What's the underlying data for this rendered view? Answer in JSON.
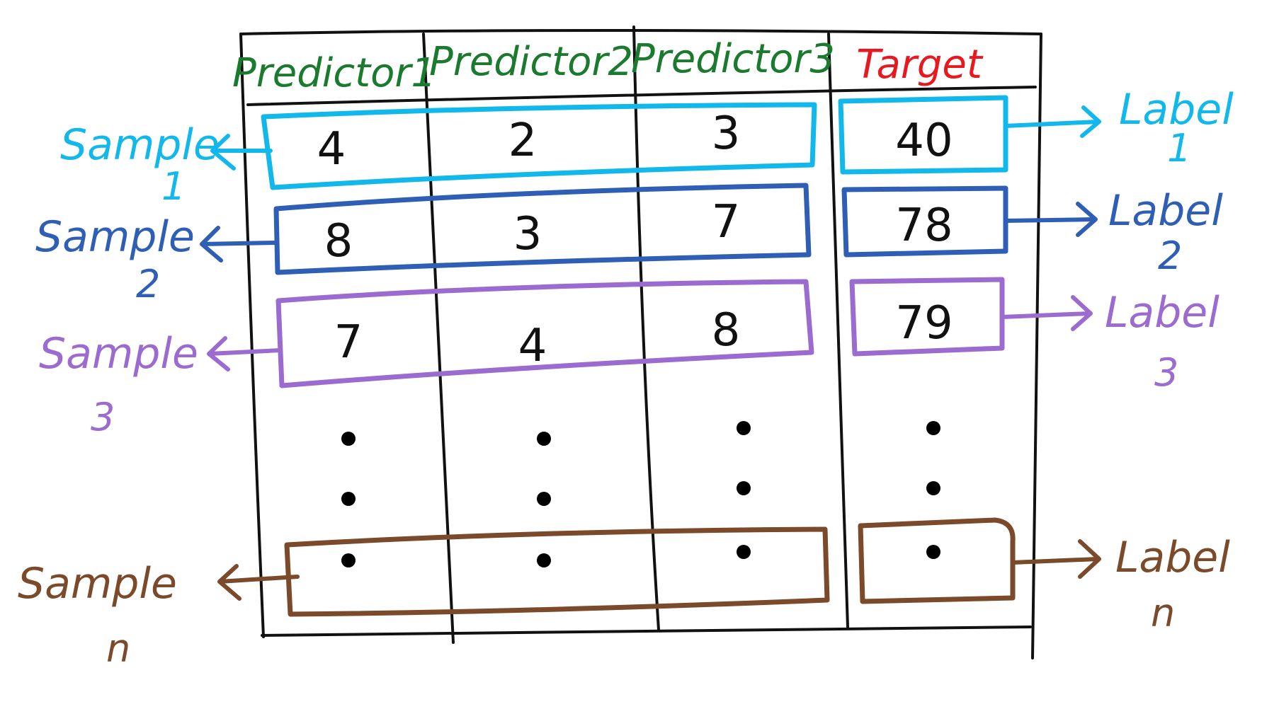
{
  "colors": {
    "header": "#1a7a2e",
    "target": "#e8191e",
    "sample_1": "#12b8ea",
    "sample_2": "#2f5fb5",
    "sample_3": "#9b6bd0",
    "sample_n": "#7a4a2a",
    "ink": "#111111"
  },
  "table": {
    "headers": [
      "Predictor1",
      "Predictor2",
      "Predictor3",
      "Target"
    ],
    "rows": [
      {
        "predictors": [
          "4",
          "2",
          "3"
        ],
        "target": "40"
      },
      {
        "predictors": [
          "8",
          "3",
          "7"
        ],
        "target": "78"
      },
      {
        "predictors": [
          "7",
          "4",
          "8"
        ],
        "target": "79"
      }
    ],
    "ellipsis_rows": 3
  },
  "samples": [
    {
      "word": "Sample",
      "index": "1"
    },
    {
      "word": "Sample",
      "index": "2"
    },
    {
      "word": "Sample",
      "index": "3"
    },
    {
      "word": "Sample",
      "index": "n"
    }
  ],
  "labels": [
    {
      "word": "Label",
      "index": "1"
    },
    {
      "word": "Label",
      "index": "2"
    },
    {
      "word": "Label",
      "index": "3"
    },
    {
      "word": "Label",
      "index": "n"
    }
  ]
}
